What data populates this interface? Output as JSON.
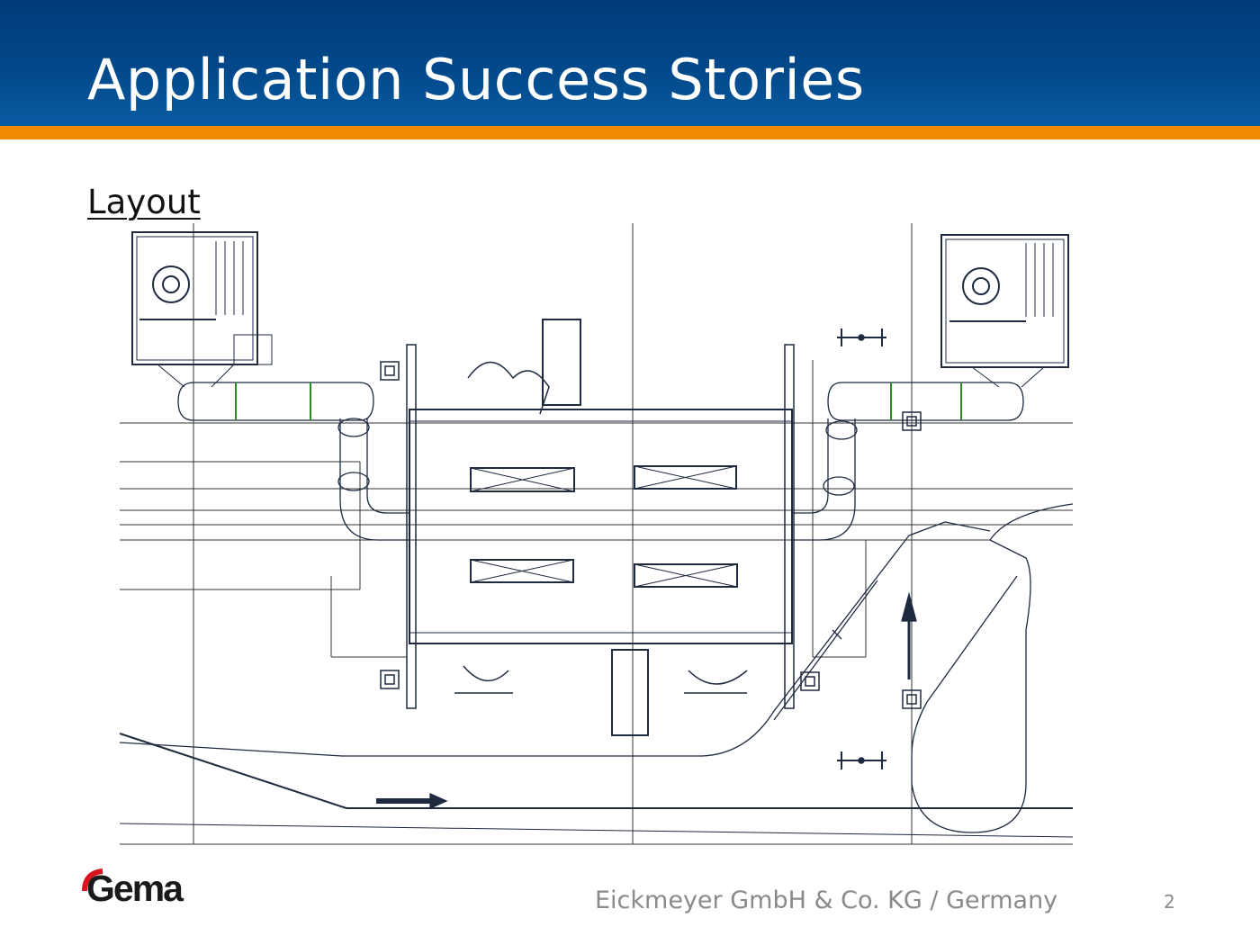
{
  "header": {
    "title": "Application Success Stories"
  },
  "content": {
    "subtitle": "Layout",
    "drawing": "plant-layout-drawing"
  },
  "footer": {
    "logo_text": "Gema",
    "company": "Eickmeyer GmbH & Co. KG / Germany",
    "page_number": "2"
  },
  "colors": {
    "header_blue": "#024a8c",
    "accent_orange": "#f08a00",
    "logo_red": "#d8141c",
    "drawing_line": "#1e2a40",
    "drawing_green": "#2a8a2a"
  }
}
